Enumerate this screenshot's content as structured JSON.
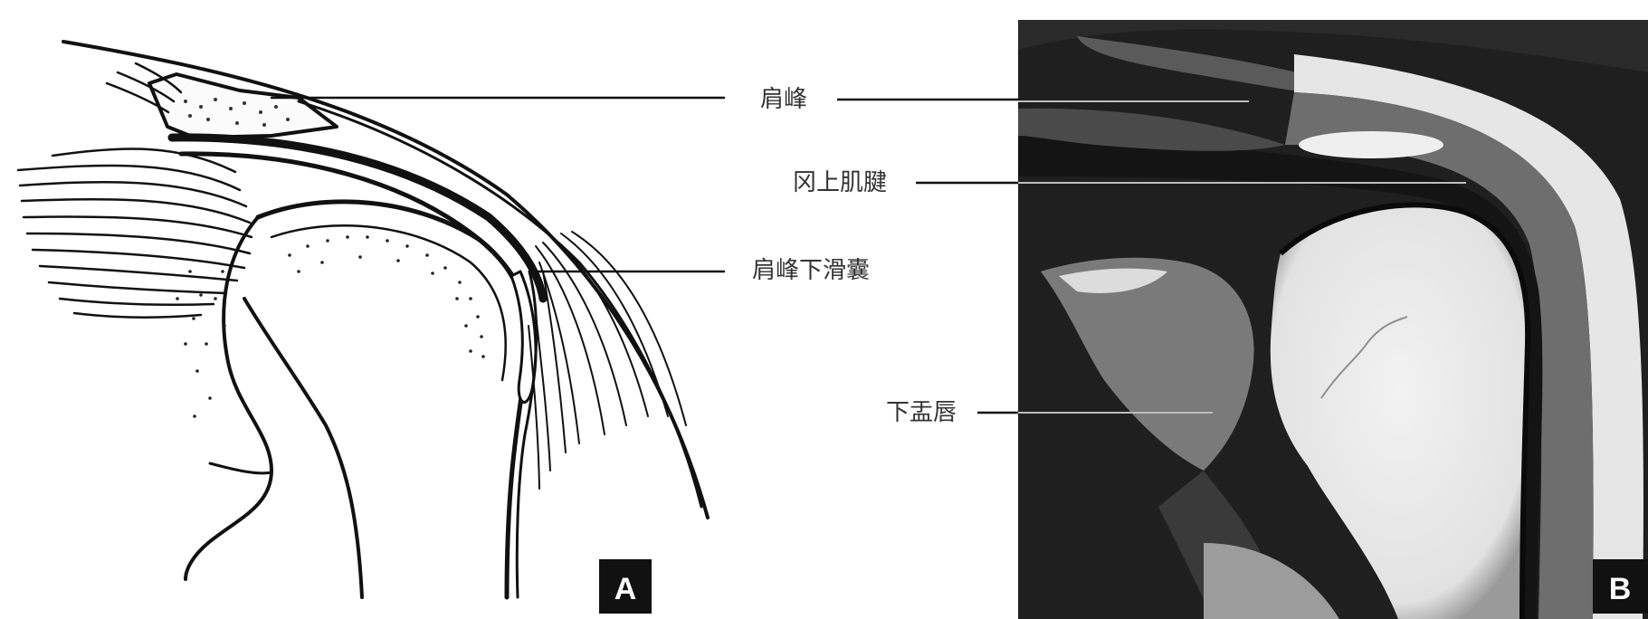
{
  "labels": {
    "acromion": "肩峰",
    "supraspinatus_tendon": "冈上肌腱",
    "subacromial_bursa": "肩峰下滑囊",
    "inferior_labrum": "下盂唇"
  },
  "panels": {
    "a": "A",
    "b": "B"
  },
  "colors": {
    "line": "#111111",
    "label_text": "#333333",
    "mri_dark": "#1c1c1c",
    "mri_bright": "#e9e9e9",
    "badge_bg": "#111111",
    "badge_text": "#ffffff"
  }
}
